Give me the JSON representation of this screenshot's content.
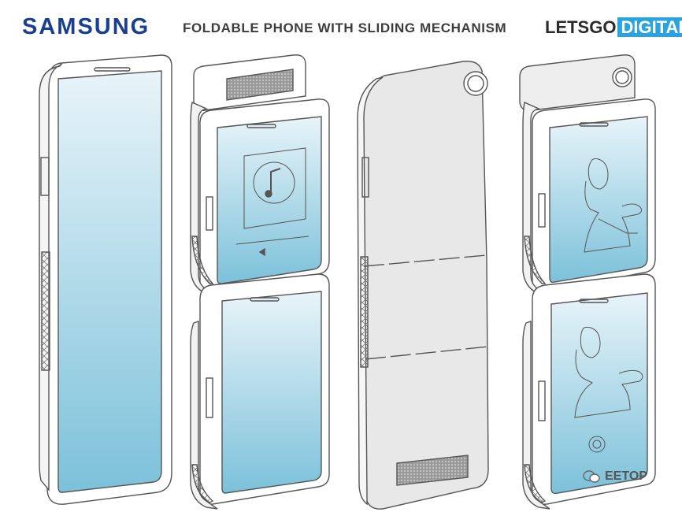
{
  "header": {
    "brand": "SAMSUNG",
    "title": "FOLDABLE PHONE WITH SLIDING MECHANISM",
    "site_part1": "LETSGO",
    "site_part2": "DIGITAL"
  },
  "watermark": {
    "text": "EETOP"
  },
  "colors": {
    "brand": "#1b3f8f",
    "accent": "#2aa4e0",
    "screen_top": "#e6f3f8",
    "screen_bottom": "#7fc3dc",
    "outline": "#555555"
  },
  "icons": [
    "music-note-icon",
    "camera-lens-icon",
    "wechat-icon"
  ]
}
